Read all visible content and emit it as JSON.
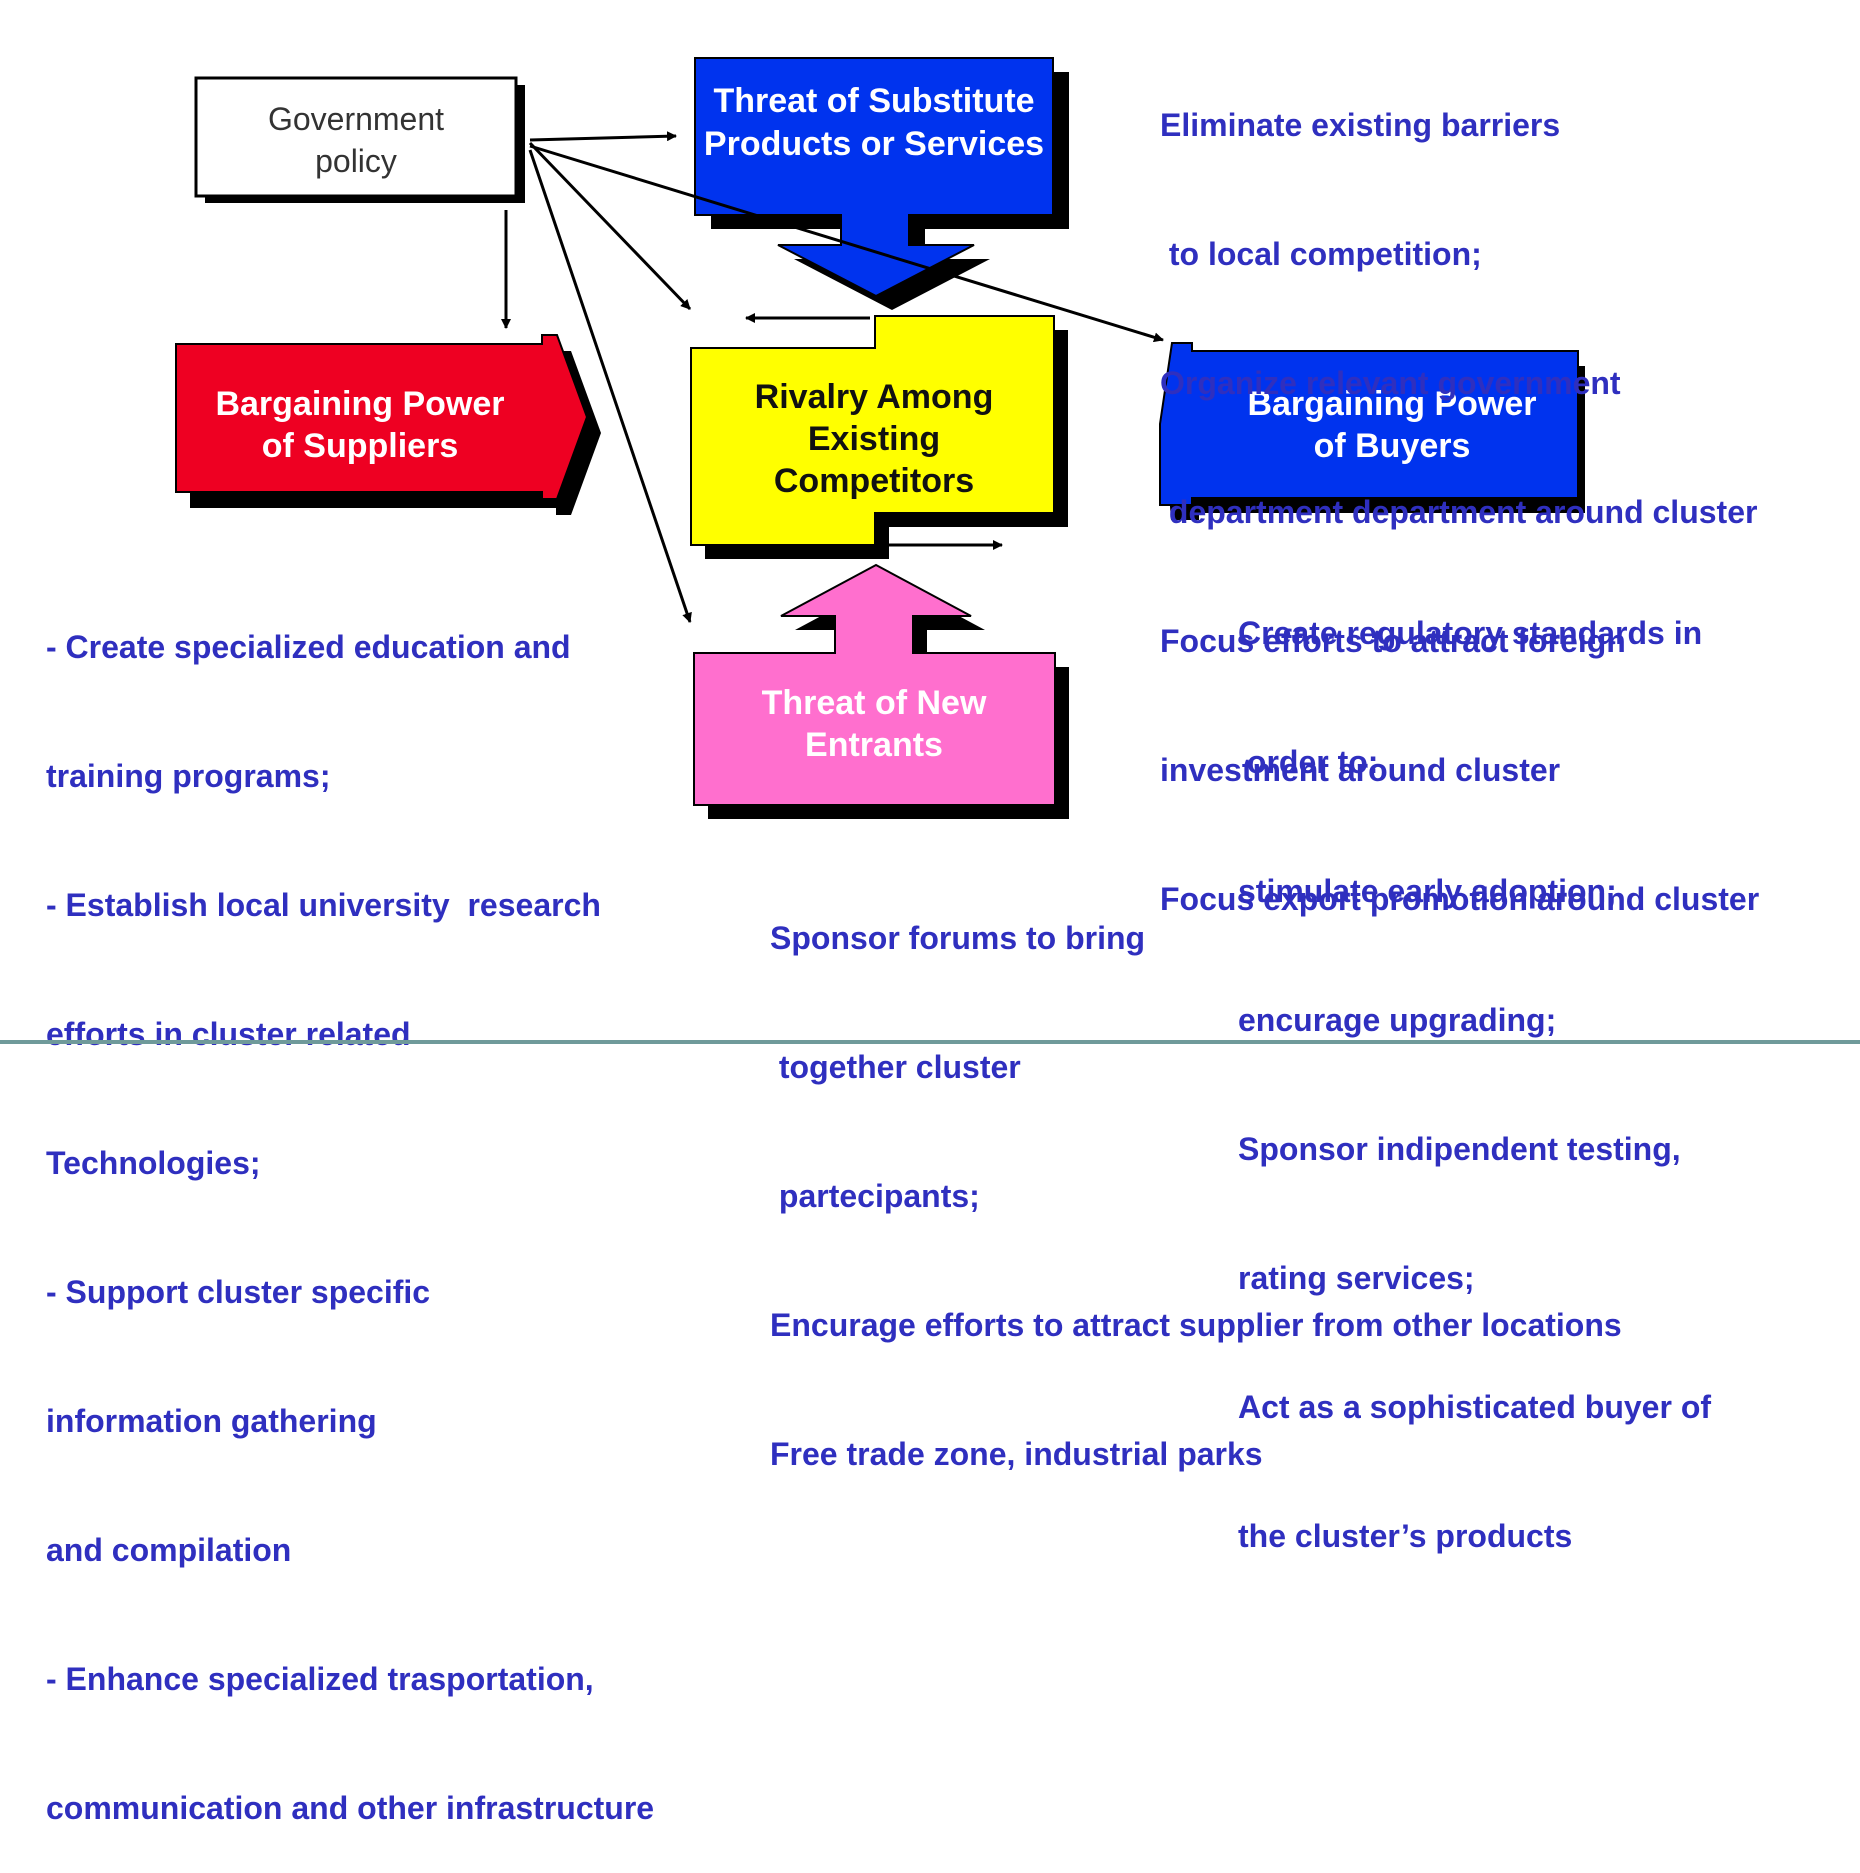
{
  "boxes": {
    "government": {
      "line1": "Government",
      "line2": "policy"
    },
    "substitutes": {
      "line1": "Threat of Substitute",
      "line2": "Products or Services",
      "fill": "#0033ee"
    },
    "suppliers": {
      "line1": "Bargaining Power",
      "line2": "of Suppliers",
      "fill": "#ee0022"
    },
    "rivalry": {
      "line1": "Rivalry Among",
      "line2": "Existing",
      "line3": "Competitors",
      "fill": "#ffff00"
    },
    "buyers": {
      "line1": "Bargaining Power",
      "line2": "of Buyers",
      "fill": "#0033ee"
    },
    "entrants": {
      "line1": "Threat of New",
      "line2": "Entrants",
      "fill": "#ff6fce"
    }
  },
  "notes": {
    "top_right": [
      "Eliminate existing barriers",
      " to local competition;",
      "Organize relevant government",
      " department department around cluster",
      "Focus efforts to attract foreign",
      "investment around cluster",
      "Focus export promotion around cluster"
    ],
    "left": [
      "- Create specialized education and",
      "training programs;",
      "- Establish local university  research",
      "efforts in cluster related",
      "Technologies;",
      "- Support cluster specific",
      "information gathering",
      "and compilation",
      "- Enhance specialized trasportation,",
      "communication and other infrastructure"
    ],
    "right": [
      "Create regulatory standards in",
      " order to:",
      "stimulate early adoption;",
      "encurage upgrading;",
      "Sponsor indipendent testing,",
      "rating services;",
      "Act as a sophisticated buyer of",
      "the cluster’s products"
    ],
    "bottom": [
      "Sponsor forums to bring",
      " together cluster",
      " partecipants;",
      "Encurage efforts to attract supplier from other locations",
      "Free trade zone, industrial parks"
    ]
  },
  "colors": {
    "note_text": "#2f2fbf",
    "shadow": "#000000",
    "box_text_light": "#ffffff",
    "box_text_dark": "#111111"
  }
}
